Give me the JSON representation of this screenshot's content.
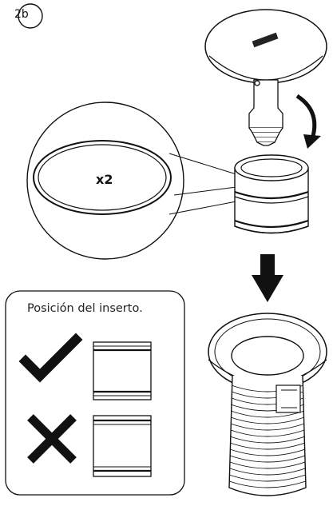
{
  "step": {
    "label": "2b"
  },
  "detail": {
    "quantity": "x2"
  },
  "note": {
    "title": "Posición del inserto.",
    "correct_icon": "check-icon",
    "incorrect_icon": "cross-icon"
  },
  "colors": {
    "line": "#111111",
    "fill": "#ffffff"
  }
}
